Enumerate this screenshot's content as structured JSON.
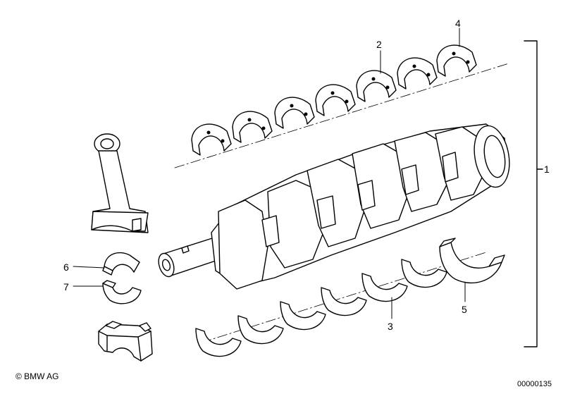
{
  "callouts": {
    "c1": "1",
    "c2": "2",
    "c3": "3",
    "c4": "4",
    "c5": "5",
    "c6": "6",
    "c7": "7"
  },
  "footer": {
    "copyright": "© BMW AG",
    "doc_id": "00000135"
  },
  "parts": {
    "upper_bearing_shells": 7,
    "lower_bearing_shells": 7
  }
}
